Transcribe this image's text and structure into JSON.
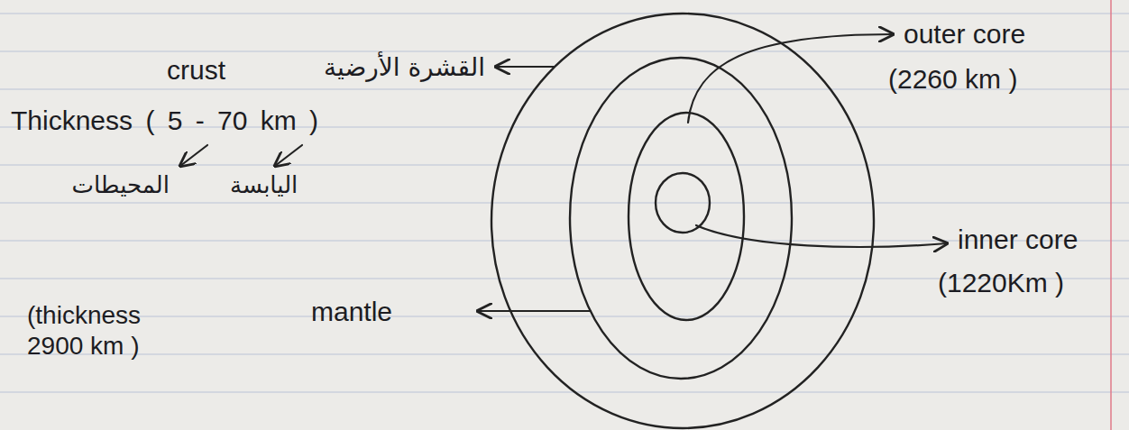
{
  "diagram": {
    "labels": [
      "crust",
      "القشرة الأرضية",
      "Thickness ( 5 - 70 km )",
      "المحيطات",
      "اليابسة",
      "(thickness 2900 km )",
      "mantle",
      "outer core",
      "(2260 km )",
      "inner core",
      "(1220Km )"
    ]
  }
}
